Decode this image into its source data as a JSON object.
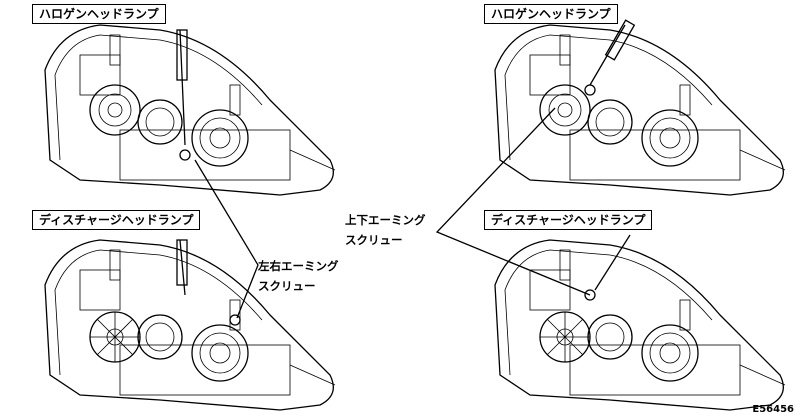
{
  "panels": {
    "top_left": "ハロゲンヘッドランプ",
    "top_right": "ハロゲンヘッドランプ",
    "bottom_left": "ディスチャージヘッドランプ",
    "bottom_right": "ディスチャージヘッドランプ"
  },
  "callouts": {
    "horizontal_line1": "左右エーミング",
    "horizontal_line2": "スクリュー",
    "vertical_line1": "上下エーミング",
    "vertical_line2": "スクリュー"
  },
  "figure_code": "E56456"
}
